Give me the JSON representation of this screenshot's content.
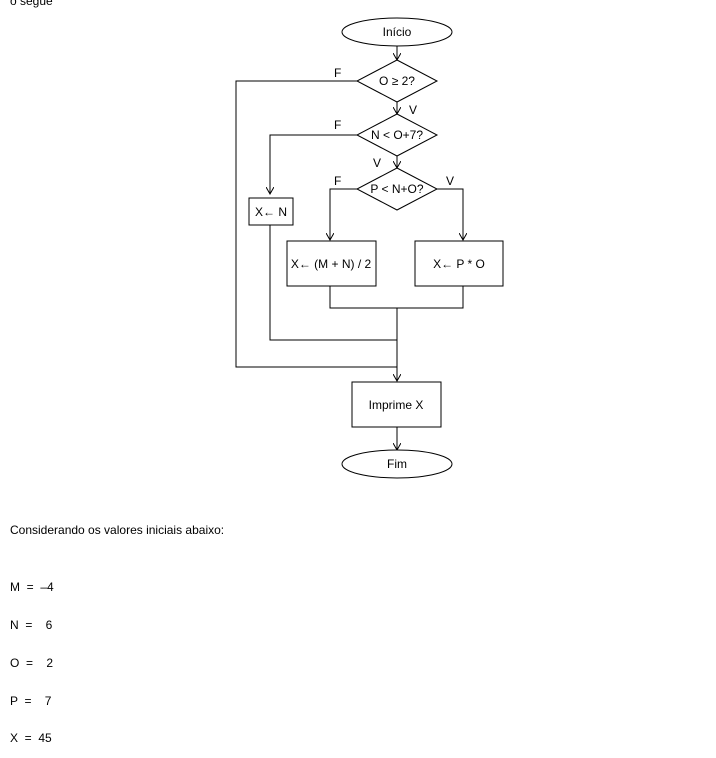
{
  "heading_fragment": "o segue",
  "flowchart": {
    "start": "Início",
    "cond1": "O ≥ 2?",
    "cond2": "N < O+7?",
    "cond3": "P < N+O?",
    "assign_n": "X← N",
    "assign_avg": "X← (M + N) / 2",
    "assign_mul": "X← P * O",
    "print": "Imprime X",
    "end": "Fim",
    "label_false": "F",
    "label_true": "V"
  },
  "intro_text": "Considerando os valores iniciais abaixo:",
  "initial_values": [
    {
      "line": "M  =  –4"
    },
    {
      "line": "N  =    6"
    },
    {
      "line": "O  =    2"
    },
    {
      "line": "P  =    7"
    },
    {
      "line": "X  =  45"
    }
  ]
}
